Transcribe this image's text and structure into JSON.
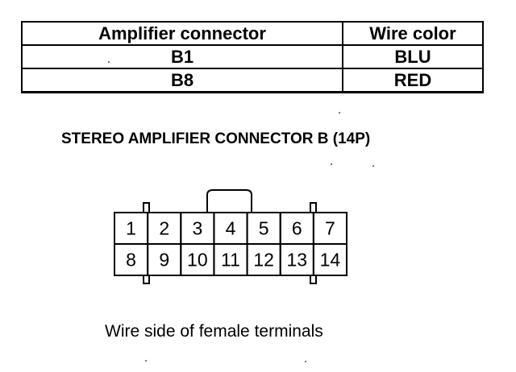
{
  "table": {
    "headers": [
      "Amplifier connector",
      "Wire color"
    ],
    "rows": [
      [
        "B1",
        "BLU"
      ],
      [
        "B8",
        "RED"
      ]
    ]
  },
  "connector": {
    "title": "STEREO AMPLIFIER CONNECTOR B (14P)",
    "rows": [
      [
        "1",
        "2",
        "3",
        "4",
        "5",
        "6",
        "7"
      ],
      [
        "8",
        "9",
        "10",
        "11",
        "12",
        "13",
        "14"
      ]
    ]
  },
  "caption": "Wire side of female terminals"
}
